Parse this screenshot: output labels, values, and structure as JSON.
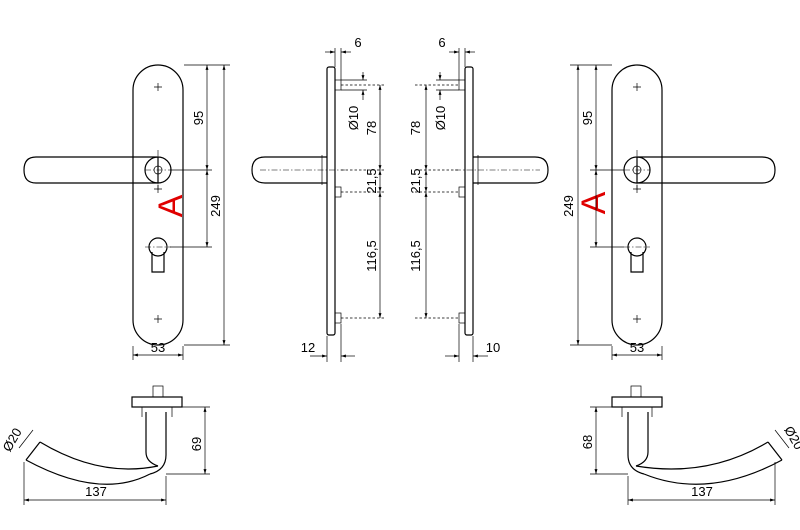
{
  "labels": {
    "letter_a": "A"
  },
  "dimensions": {
    "d6": "6",
    "d10": "Ø10",
    "d78": "78",
    "d21_5": "21,5",
    "d116_5": "116,5",
    "d95": "95",
    "d249": "249",
    "d53": "53",
    "d12": "12",
    "d10w": "10",
    "d20": "Ø20",
    "d69": "69",
    "d68": "68",
    "d137": "137"
  }
}
